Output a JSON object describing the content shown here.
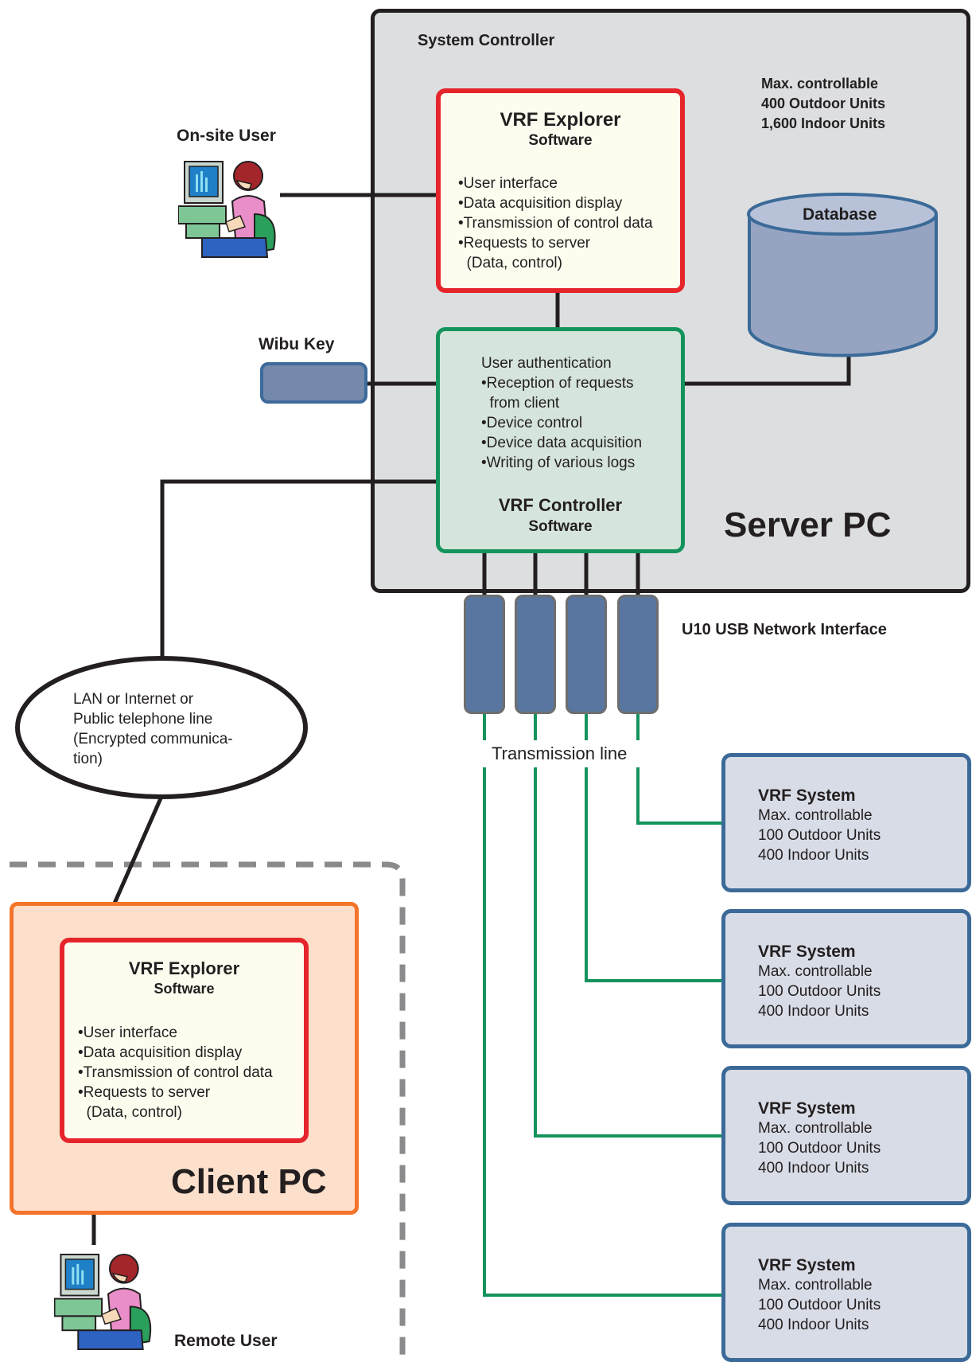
{
  "server": {
    "system_controller": "System Controller",
    "max_lines": [
      "Max. controllable",
      "400 Outdoor Units",
      "1,600 Indoor Units"
    ],
    "title": "Server PC"
  },
  "explorer_server": {
    "title": "VRF Explorer",
    "subtitle": "Software",
    "items": [
      "•User interface",
      "•Data acquisition display",
      "•Transmission of control data",
      "•Requests to server",
      "  (Data, control)"
    ]
  },
  "controller": {
    "items": [
      "User authentication",
      "•Reception of requests",
      "  from client",
      "•Device control",
      "•Device data acquisition",
      "•Writing of various logs"
    ],
    "title": "VRF Controller",
    "subtitle": "Software"
  },
  "database": {
    "label": "Database"
  },
  "onsite_user": {
    "label": "On-site User"
  },
  "wibu": {
    "label": "Wibu Key"
  },
  "usb": {
    "label": "U10 USB Network Interface"
  },
  "transmission": {
    "label": "Transmission line"
  },
  "network": {
    "lines": [
      "LAN or Internet or",
      "Public telephone line",
      "(Encrypted communica-",
      "tion)"
    ]
  },
  "client": {
    "title": "Client PC",
    "explorer_title": "VRF Explorer",
    "explorer_subtitle": "Software",
    "items": [
      "•User interface",
      "•Data acquisition display",
      "•Transmission of control data",
      "•Requests to server",
      "  (Data, control)"
    ]
  },
  "remote_user": {
    "label": "Remote User"
  },
  "vrf_systems": [
    {
      "title": "VRF System",
      "lines": [
        "Max. controllable",
        "100 Outdoor Units",
        "400 Indoor Units"
      ]
    },
    {
      "title": "VRF System",
      "lines": [
        "Max. controllable",
        "100 Outdoor Units",
        "400 Indoor Units"
      ]
    },
    {
      "title": "VRF System",
      "lines": [
        "Max. controllable",
        "100 Outdoor Units",
        "400 Indoor Units"
      ]
    },
    {
      "title": "VRF System",
      "lines": [
        "Max. controllable",
        "100 Outdoor Units",
        "400 Indoor Units"
      ]
    }
  ],
  "colors": {
    "explorer_border": "#e5252b",
    "controller_border": "#15935c",
    "client_border": "#f4742b",
    "system_border": "#3b6a98",
    "transmission_line": "#15935c"
  }
}
